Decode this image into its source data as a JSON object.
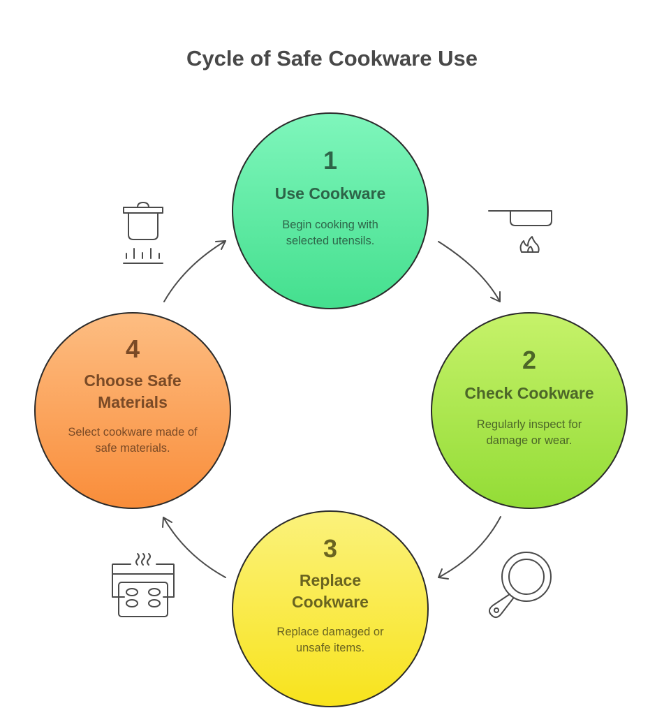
{
  "title": "Cycle of Safe Cookware Use",
  "steps": [
    {
      "number": "1",
      "heading": "Use Cookware",
      "description": "Begin cooking with selected utensils.",
      "color": "#5ce3a0",
      "text_color": "#2d6448",
      "icon": "frying-pan-on-flame-icon"
    },
    {
      "number": "2",
      "heading": "Check Cookware",
      "description": "Regularly inspect for damage or wear.",
      "color": "#a8e24c",
      "text_color": "#4c6628",
      "icon": "magnifying-glass-pan-icon"
    },
    {
      "number": "3",
      "heading": "Replace Cookware",
      "description": "Replace damaged or unsafe items.",
      "color": "#f8ea4a",
      "text_color": "#6a6420",
      "icon": "oven-with-tray-icon"
    },
    {
      "number": "4",
      "heading": "Choose Safe Materials",
      "description": "Select cookware made of safe materials.",
      "color": "#fb9a4a",
      "text_color": "#7a4a26",
      "icon": "cooking-pot-on-burner-icon"
    }
  ]
}
